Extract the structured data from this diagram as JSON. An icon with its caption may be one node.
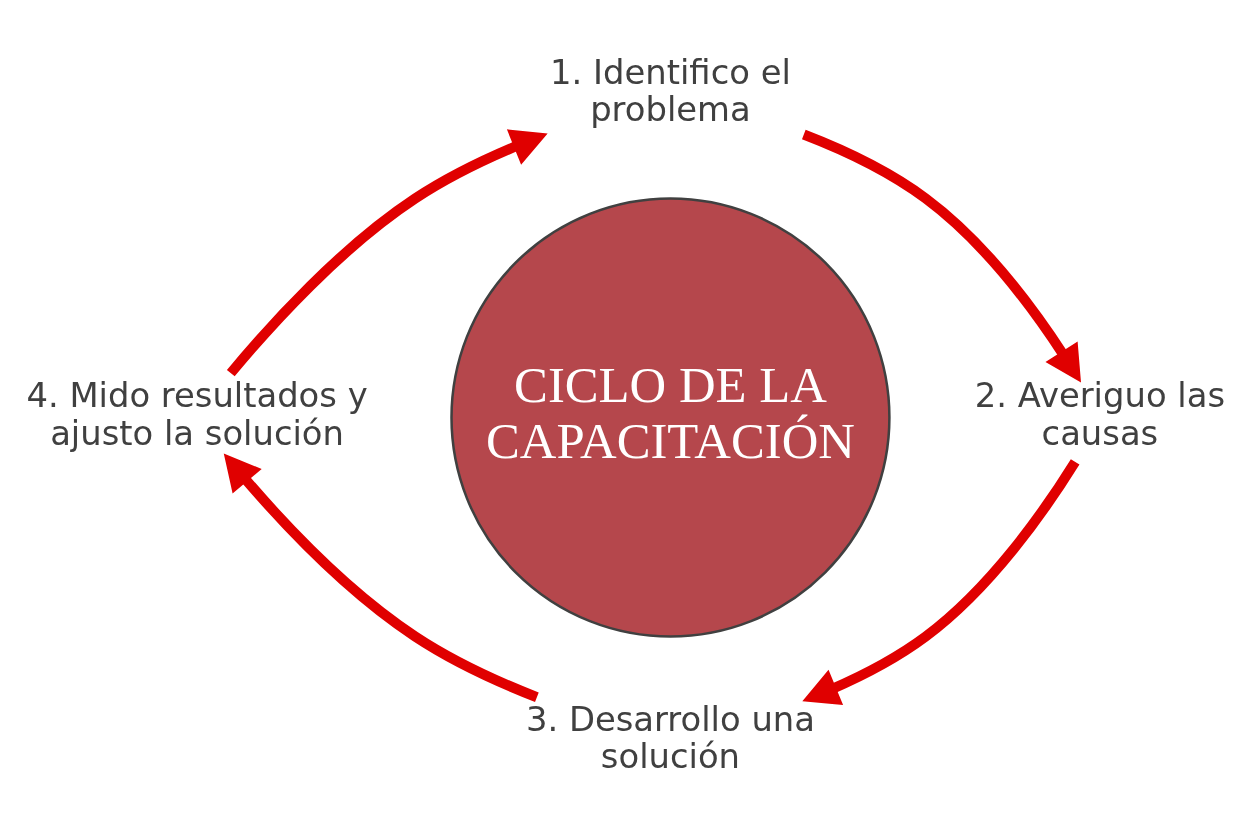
{
  "diagram": {
    "nodes": [
      {
        "text": [
          "CICLO DE LA CAPACITACIÓN"
        ]
      },
      {
        "text": [
          "1. Identifico el problema"
        ]
      },
      {
        "text": [
          "2. Averiguo las causas"
        ]
      },
      {
        "text": [
          "3. Desarrollo una solución"
        ]
      },
      {
        "text": [
          "4. Mido resultados y ajusto la solución"
        ]
      }
    ],
    "edges": [
      {
        "from": 1,
        "to": 2,
        "arrow": "to"
      },
      {
        "from": 2,
        "to": 3,
        "arrow": "to"
      },
      {
        "from": 3,
        "to": 4,
        "arrow": "to"
      },
      {
        "from": 4,
        "to": 1,
        "arrow": "to"
      }
    ]
  }
}
